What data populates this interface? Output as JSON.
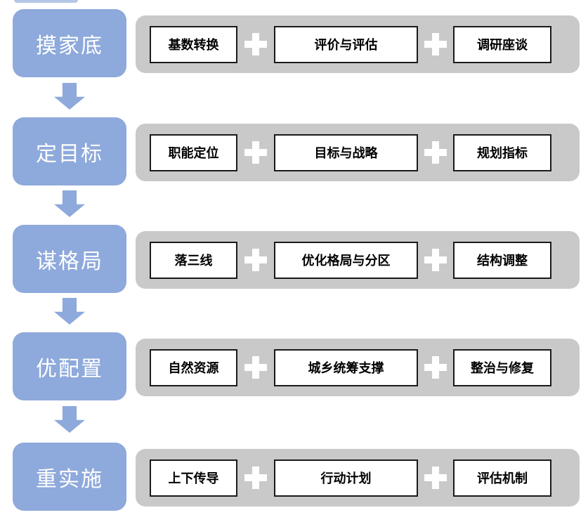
{
  "diagram_title": "territorial-planning-workflow",
  "rows": [
    {
      "stage": "摸家底",
      "items": [
        "基数转换",
        "评价与评估",
        "调研座谈"
      ]
    },
    {
      "stage": "定目标",
      "items": [
        "职能定位",
        "目标与战略",
        "规划指标"
      ]
    },
    {
      "stage": "谋格局",
      "items": [
        "落三线",
        "优化格局与分区",
        "结构调整"
      ]
    },
    {
      "stage": "优配置",
      "items": [
        "自然资源",
        "城乡统筹支撑",
        "整治与修复"
      ]
    },
    {
      "stage": "重实施",
      "items": [
        "上下传导",
        "行动计划",
        "评估机制"
      ]
    }
  ],
  "connector": "plus",
  "colors": {
    "stage_blue": "#8EA9DB",
    "arrow_blue": "#8EA9DB",
    "bar_gray": "#C9C9C9",
    "box_border": "#1a1a1a",
    "box_fill": "#FFFFFF",
    "plus_white": "#FFFFFF",
    "stage_text": "#FFFFFF",
    "top_sliver_blue": "#B4C7E7"
  }
}
